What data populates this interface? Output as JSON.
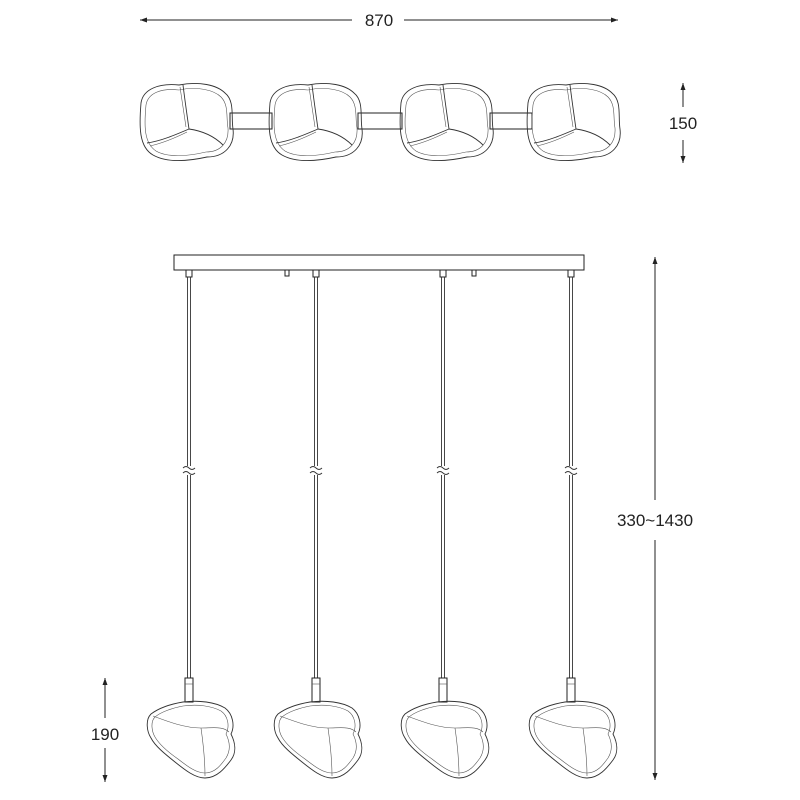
{
  "dimensions": {
    "width": "870",
    "height_top_view": "150",
    "suspension_length": "330~1430",
    "shade_height": "190"
  },
  "views": [
    "top-view",
    "front-view"
  ],
  "shade_count": 4,
  "colors": {
    "line": "#222222",
    "background": "#ffffff"
  }
}
